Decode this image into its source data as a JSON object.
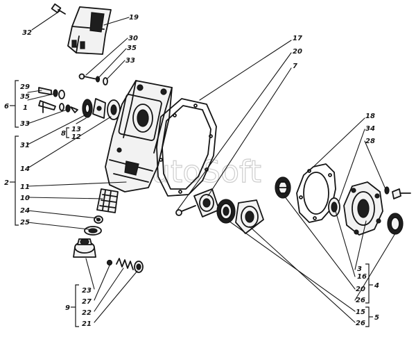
{
  "watermark": "AutoSoft",
  "callouts": {
    "c32": "32",
    "c19": "19",
    "c30": "30",
    "c35a": "35",
    "c33a": "33",
    "c29": "29",
    "c35b": "35",
    "c1": "1",
    "c33b": "33",
    "c6": "6",
    "c13": "13",
    "c12": "12",
    "c8": "8",
    "c31": "31",
    "c2": "2",
    "c14": "14",
    "c11": "11",
    "c10": "10",
    "c24": "24",
    "c25": "25",
    "c17": "17",
    "c20a": "20",
    "c7": "7",
    "c18": "18",
    "c34": "34",
    "c28": "28",
    "c3": "3",
    "c16": "16",
    "c20b": "20",
    "c26a": "26",
    "c4": "4",
    "c15": "15",
    "c26b": "26",
    "c5": "5",
    "c23": "23",
    "c27": "27",
    "c22": "22",
    "c21": "21",
    "c9": "9"
  }
}
